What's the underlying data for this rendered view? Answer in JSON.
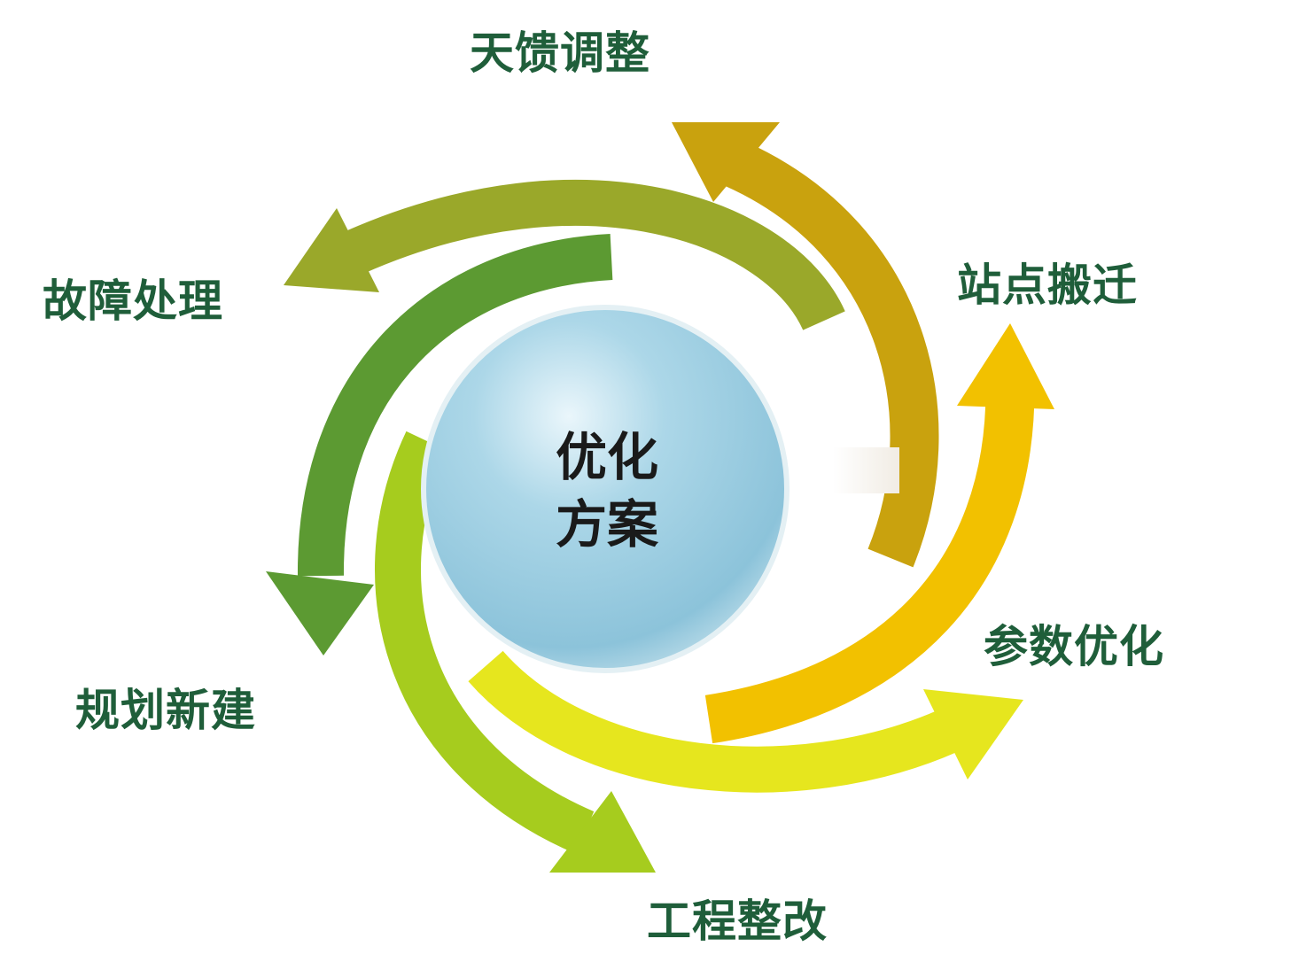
{
  "center": {
    "line1": "优化",
    "line2": "方案"
  },
  "labels": {
    "top": "天馈调整",
    "top_right": "站点搬迁",
    "right": "参数优化",
    "bottom": "工程整改",
    "left_bottom": "规划新建",
    "left_top": "故障处理"
  },
  "colors": {
    "text": "#1f5e3a",
    "arrow_olive": "#9aa82a",
    "arrow_gold": "#c9a20e",
    "arrow_yellow": "#f2c100",
    "arrow_light_yellow": "#e6e61e",
    "arrow_light_green": "#a6cc1e",
    "arrow_dark_green": "#5c9a32",
    "sphere": "#9fcde0"
  }
}
